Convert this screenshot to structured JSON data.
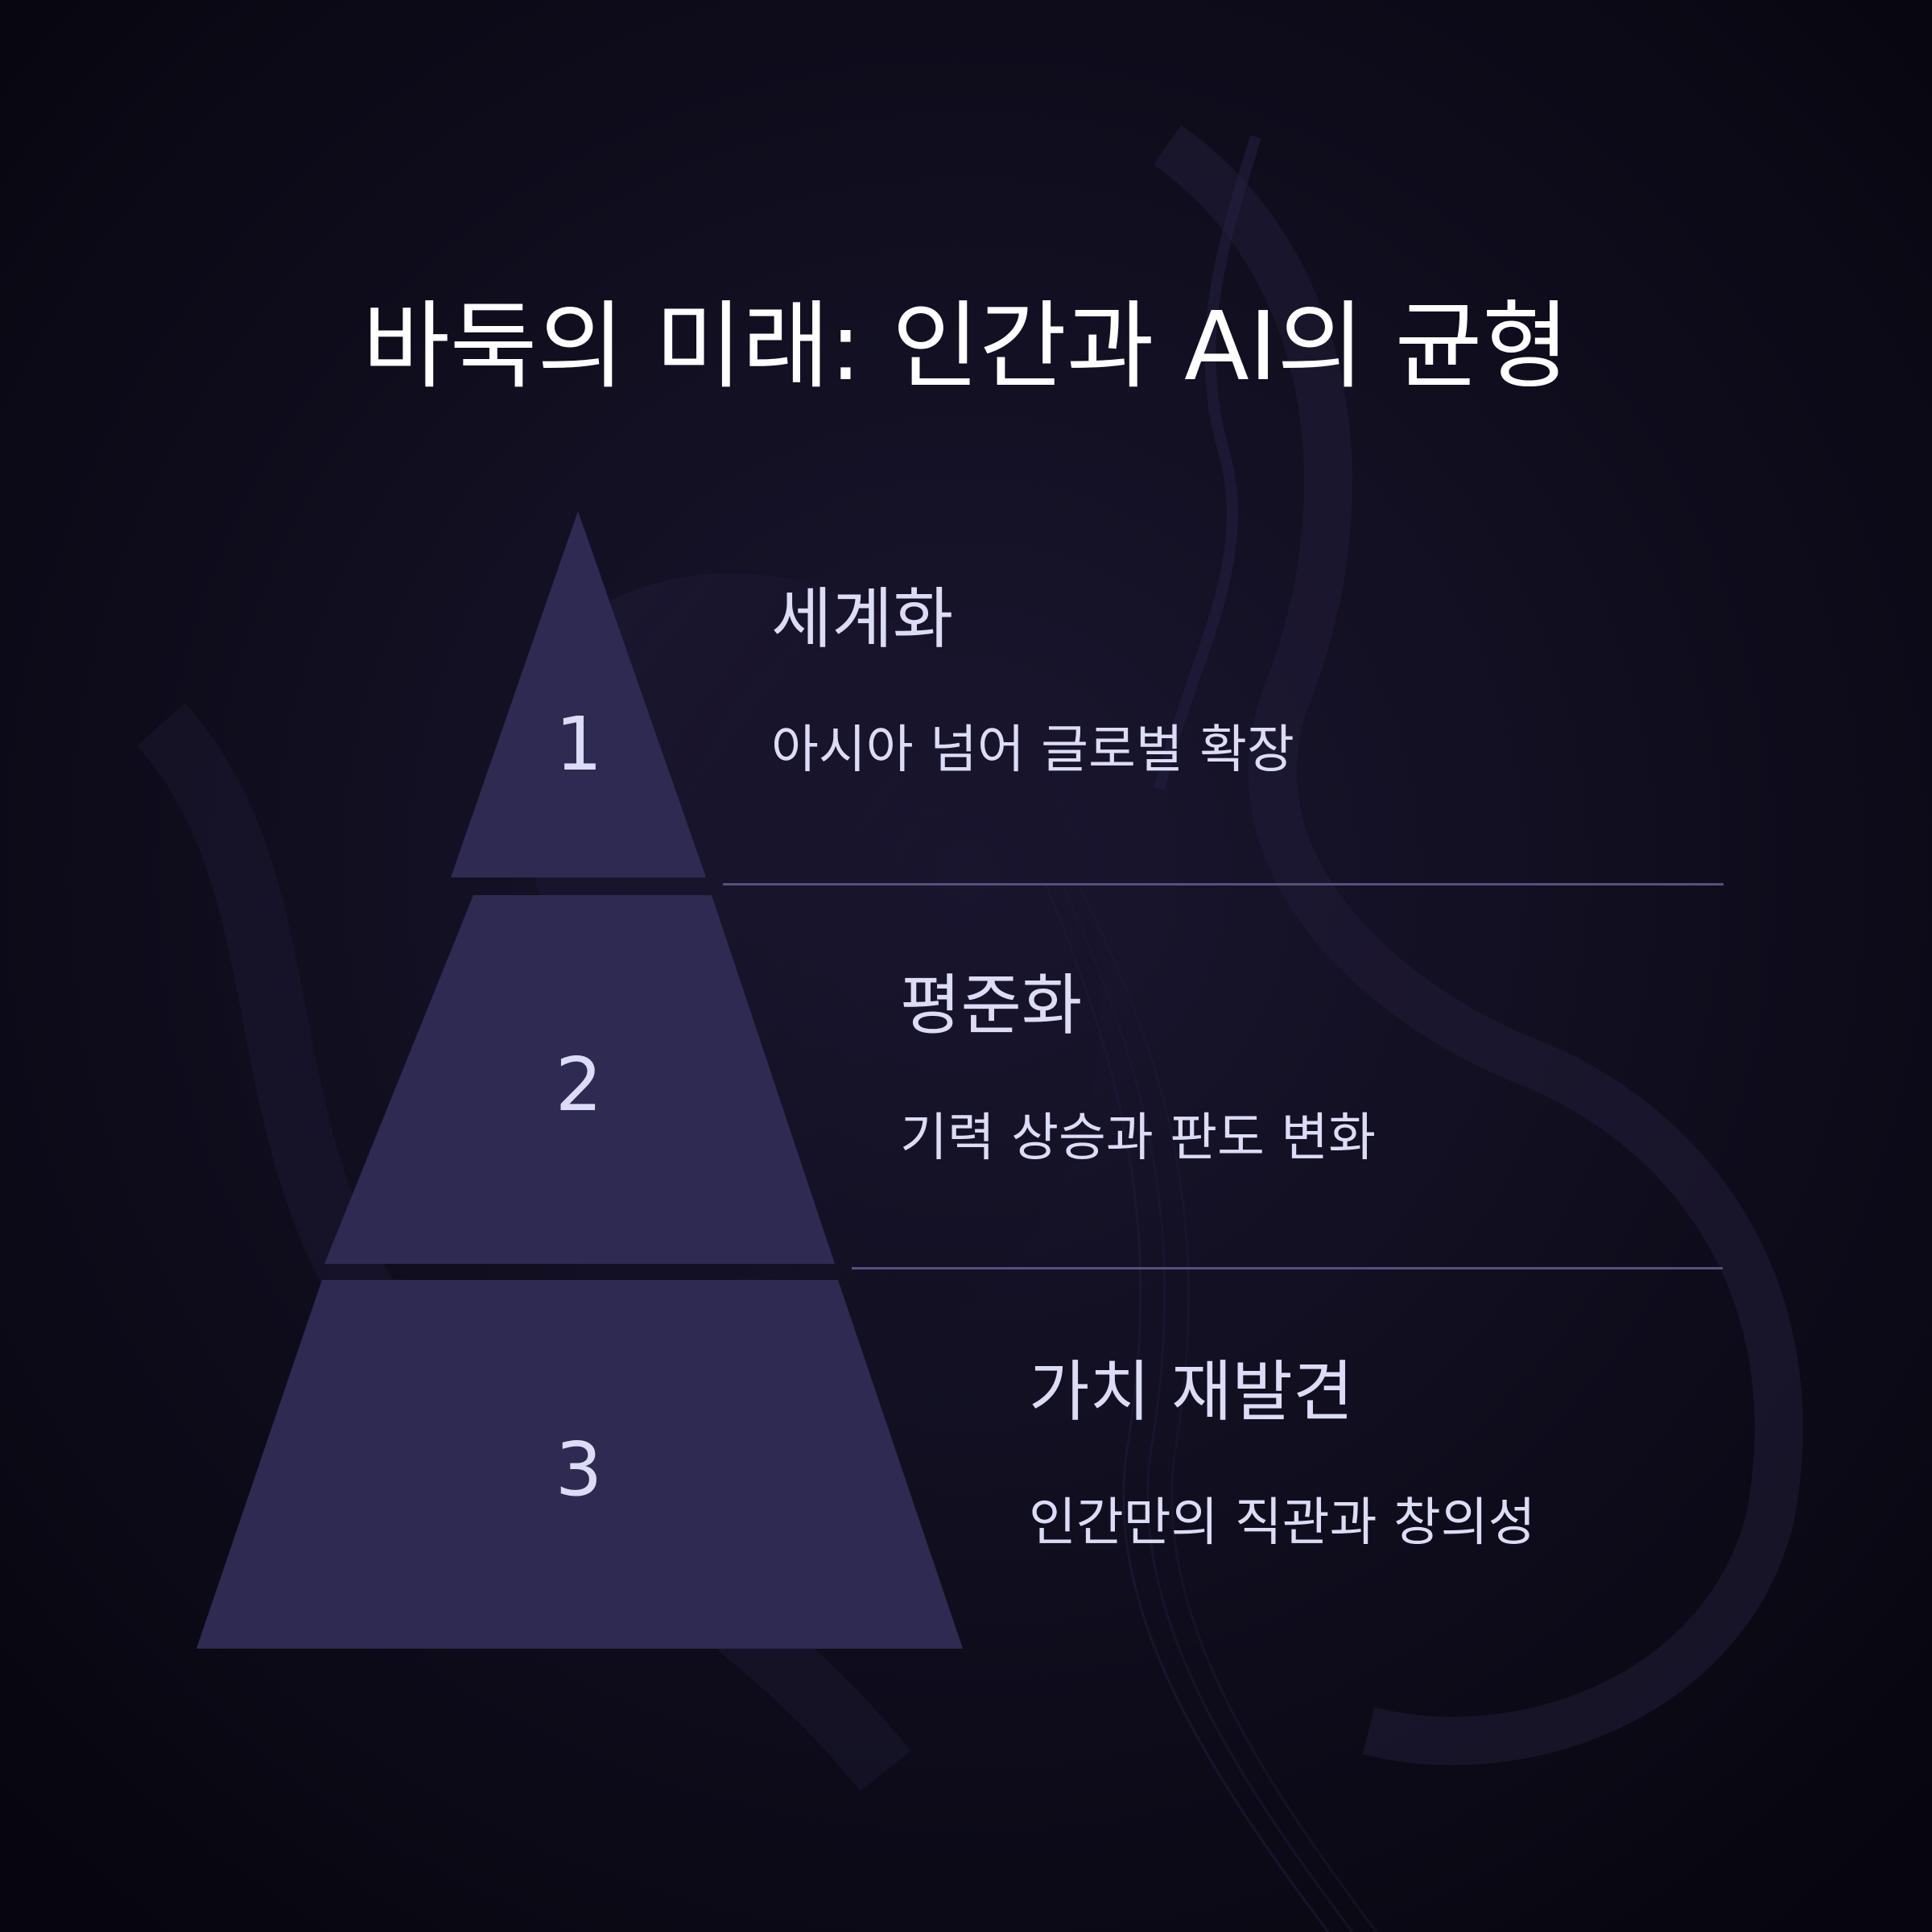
{
  "title": "바둑의 미래: 인간과 AI의 균형",
  "colors": {
    "background": "#0c0a16",
    "tier_fill": "#2f2a52",
    "text": "#dcdcf6",
    "divider": "#58507e"
  },
  "tiers": [
    {
      "number": "1",
      "title": "세계화",
      "description": "아시아 넘어 글로벌 확장"
    },
    {
      "number": "2",
      "title": "평준화",
      "description": "기력 상승과 판도 변화"
    },
    {
      "number": "3",
      "title": "가치 재발견",
      "description": "인간만의 직관과 창의성"
    }
  ]
}
